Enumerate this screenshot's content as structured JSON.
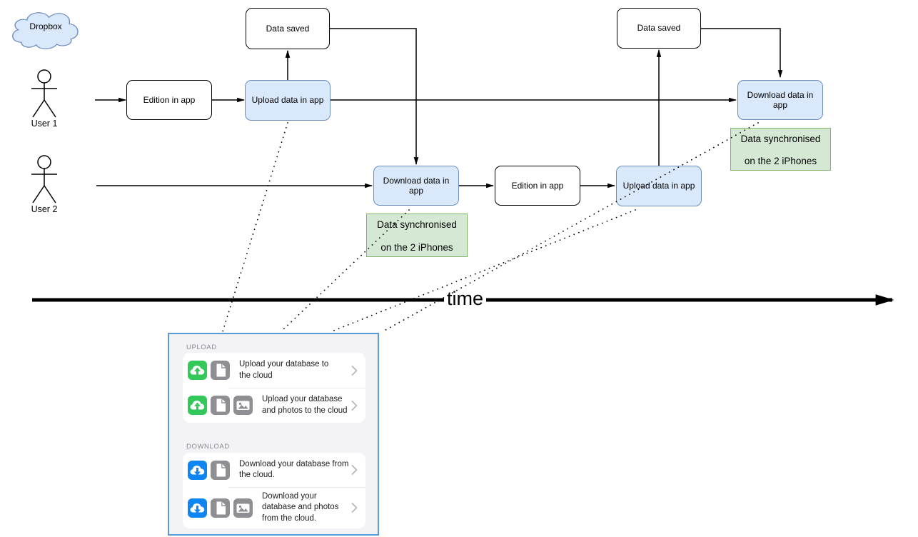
{
  "diagram": {
    "cloud": {
      "label": "Dropbox"
    },
    "actors": [
      {
        "label": "User 1"
      },
      {
        "label": "User 2"
      }
    ],
    "timeline": {
      "label": "time"
    },
    "boxes": {
      "data_saved_1": "Data saved",
      "data_saved_2": "Data saved",
      "edition_1": "Edition in app",
      "edition_2": "Edition in app",
      "upload_1": "Upload data in app",
      "upload_2": "Upload data in app",
      "download_1": "Download data in app",
      "download_2": "Download data in app"
    },
    "notes": [
      {
        "line1": "Data synchronised",
        "line2": "on the 2 iPhones"
      },
      {
        "line1": "Data synchronised",
        "line2": "on the 2 iPhones"
      }
    ],
    "colors": {
      "node_blue_fill": "#dae8fc",
      "node_blue_stroke": "#6c8ebf",
      "note_green_fill": "#d5e8d4",
      "note_green_stroke": "#82b366"
    }
  },
  "phone_panel": {
    "border_color": "#5b9bd5",
    "icon_colors": {
      "upload_green": "#34c759",
      "download_blue": "#0f85f2",
      "neutral_gray": "#8e8e93"
    },
    "sections": [
      {
        "title": "UPLOAD",
        "items": [
          {
            "label": "Upload your database to the cloud",
            "icons": [
              "cloud-upload",
              "document"
            ]
          },
          {
            "label": "Upload your database and photos to the cloud",
            "icons": [
              "cloud-upload",
              "document",
              "photos"
            ]
          }
        ]
      },
      {
        "title": "DOWNLOAD",
        "items": [
          {
            "label": "Download your database from the cloud.",
            "icons": [
              "cloud-download",
              "document"
            ]
          },
          {
            "label": "Download your database and photos from the cloud.",
            "icons": [
              "cloud-download",
              "document",
              "photos"
            ]
          }
        ]
      }
    ]
  }
}
